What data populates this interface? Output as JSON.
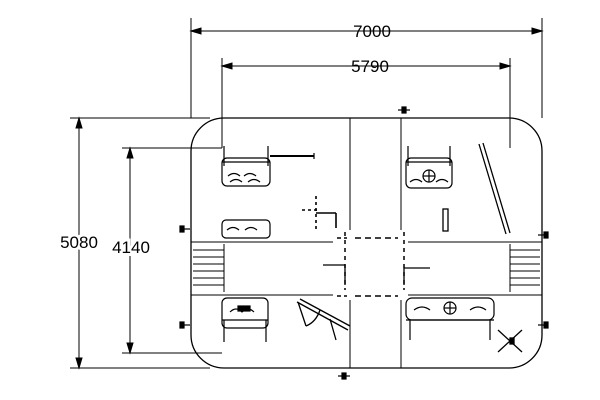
{
  "dimensions": {
    "overall_width": "7000",
    "inner_width": "5790",
    "overall_height": "5080",
    "inner_height": "4140"
  }
}
